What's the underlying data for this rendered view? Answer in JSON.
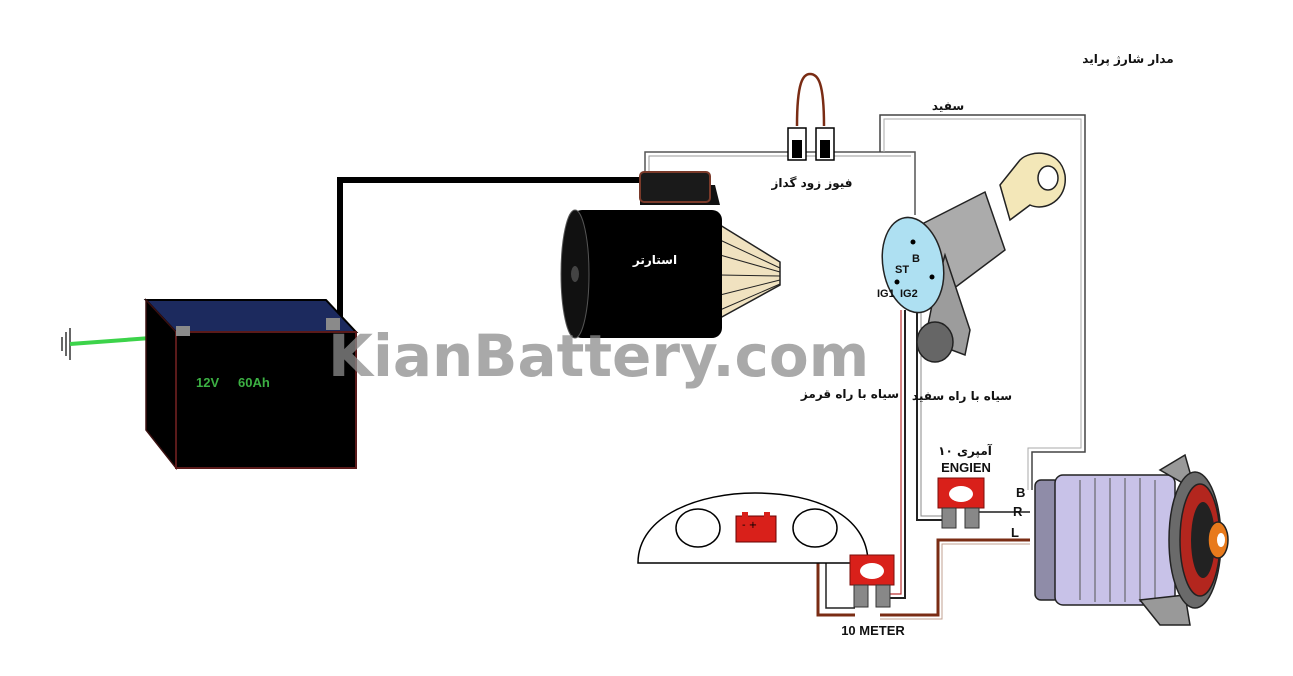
{
  "title": "مدار شارژ پراید",
  "battery": {
    "voltage": "12V",
    "capacity": "60Ah"
  },
  "starter": {
    "label": "استارتر"
  },
  "fuse": {
    "label": "فیوز زود گداز"
  },
  "wire_white": {
    "label": "سفید"
  },
  "ignition": {
    "b": "B",
    "st": "ST",
    "ig1": "IG1",
    "ig2": "IG2"
  },
  "wire_black_red": {
    "label": "سیاه با راه قرمز"
  },
  "wire_black_white": {
    "label": "سیاه با راه سفید"
  },
  "engine_fuse": {
    "amp": "۱۰ آمپری",
    "label": "ENGIEN"
  },
  "meter_fuse": {
    "label": "10 METER"
  },
  "alternator": {
    "b": "B",
    "r": "R",
    "l": "L"
  },
  "watermark": "KianBattery.com",
  "colors": {
    "battery_body": "#000000",
    "battery_top": "#1c2a5e",
    "battery_text": "#3cb043",
    "ground_wire": "#3cd34a",
    "fuse_red": "#d9201a",
    "ignition_face": "#aee0f2",
    "alternator_body": "#c8c2e8",
    "wire_brown": "#7a2c14"
  }
}
